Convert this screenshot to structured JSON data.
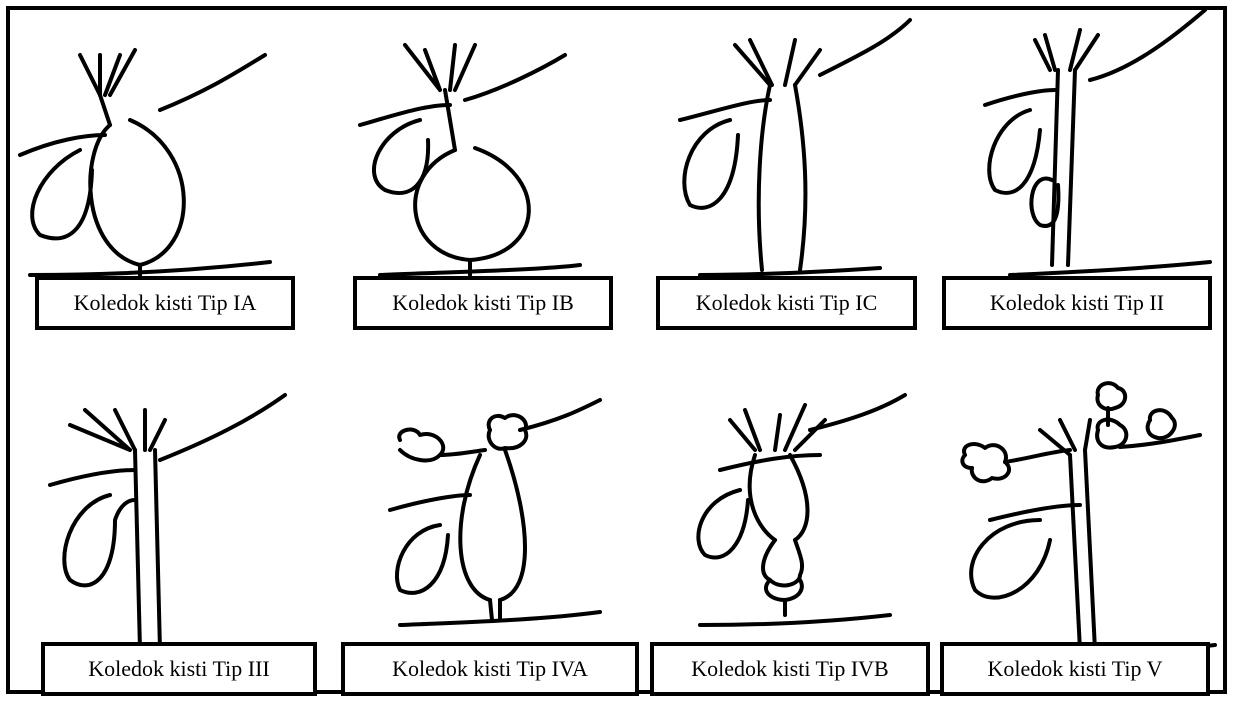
{
  "panels": [
    {
      "id": "IA",
      "label": "Koledok kisti Tip IA"
    },
    {
      "id": "IB",
      "label": "Koledok kisti Tip IB"
    },
    {
      "id": "IC",
      "label": "Koledok kisti Tip IC"
    },
    {
      "id": "II",
      "label": "Koledok kisti Tip II"
    },
    {
      "id": "III",
      "label": "Koledok kisti Tip III"
    },
    {
      "id": "IVA",
      "label": "Koledok kisti Tip IVA"
    },
    {
      "id": "IVB",
      "label": "Koledok kisti Tip IVB"
    },
    {
      "id": "V",
      "label": "Koledok kisti Tip V"
    }
  ]
}
